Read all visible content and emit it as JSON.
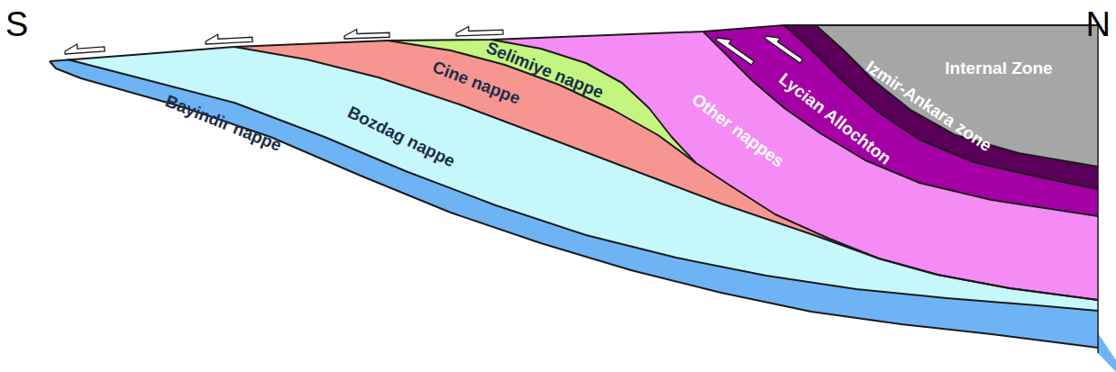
{
  "diagram": {
    "nodes": [
      {
        "text": [
          "Bayindir nappe"
        ]
      },
      {
        "text": [
          "Bozdag nappe"
        ]
      },
      {
        "text": [
          "Cine nappe"
        ]
      },
      {
        "text": [
          "Selimiye nappe"
        ]
      },
      {
        "text": [
          "Other nappes"
        ]
      },
      {
        "text": [
          "Lycian Allochton"
        ]
      },
      {
        "text": [
          "Izmir-Ankara zone"
        ]
      },
      {
        "text": [
          "Internal Zone"
        ]
      }
    ],
    "labels": [
      "S",
      "N"
    ]
  }
}
